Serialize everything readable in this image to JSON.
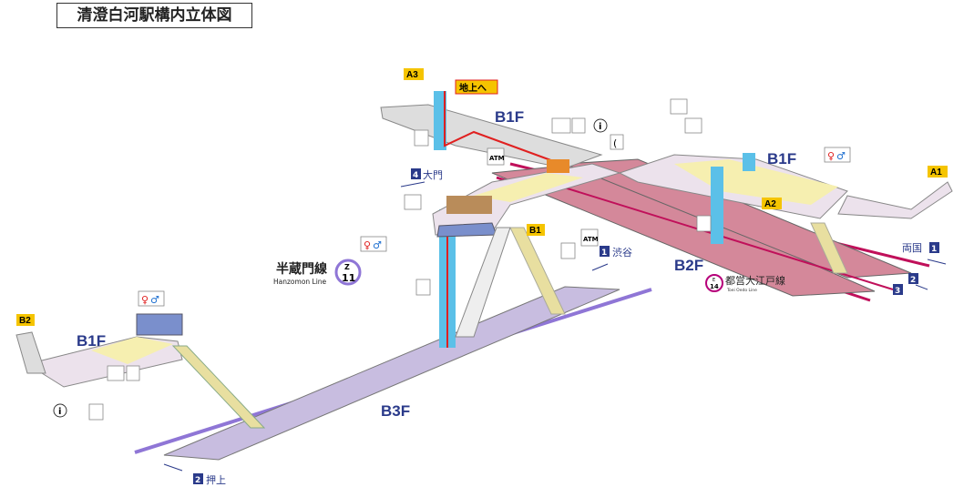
{
  "title": "清澄白河駅構内立体図",
  "floors": {
    "b1f_center": "B1F",
    "b1f_right": "B1F",
    "b1f_left": "B1F",
    "b2f": "B2F",
    "b3f": "B3F"
  },
  "exits": {
    "a3": "A3",
    "a1": "A1",
    "a2": "A2",
    "b1": "B1",
    "b2": "B2",
    "to_ground": "地上へ"
  },
  "lines": {
    "hanzomon": {
      "name_jp": "半蔵門線",
      "name_en": "Hanzomon Line",
      "letter": "Z",
      "number": "11",
      "color": "#8f76d6"
    },
    "oedo": {
      "name_jp": "都営大江戸線",
      "name_en": "Toei Oedo Line",
      "letter": "E",
      "number": "14",
      "color": "#b6007a"
    }
  },
  "directions": {
    "daimon": {
      "num": "4",
      "label": "大門"
    },
    "shibuya": {
      "num": "1",
      "label": "渋谷"
    },
    "ryogoku": {
      "num": "1",
      "label": "両国"
    },
    "track2": {
      "num": "2"
    },
    "track3": {
      "num": "3"
    },
    "oshiage": {
      "num": "2",
      "label": "押上"
    }
  },
  "atm": [
    "ATM",
    "ATM"
  ],
  "colors": {
    "accent": "#2a3a8a",
    "exit_tag": "#f5c400",
    "elevator": "#5bc0e8",
    "b1f_floor": "#f6efb0",
    "b2f_floor": "#d4889a",
    "b3f_floor": "#c8bde0"
  }
}
